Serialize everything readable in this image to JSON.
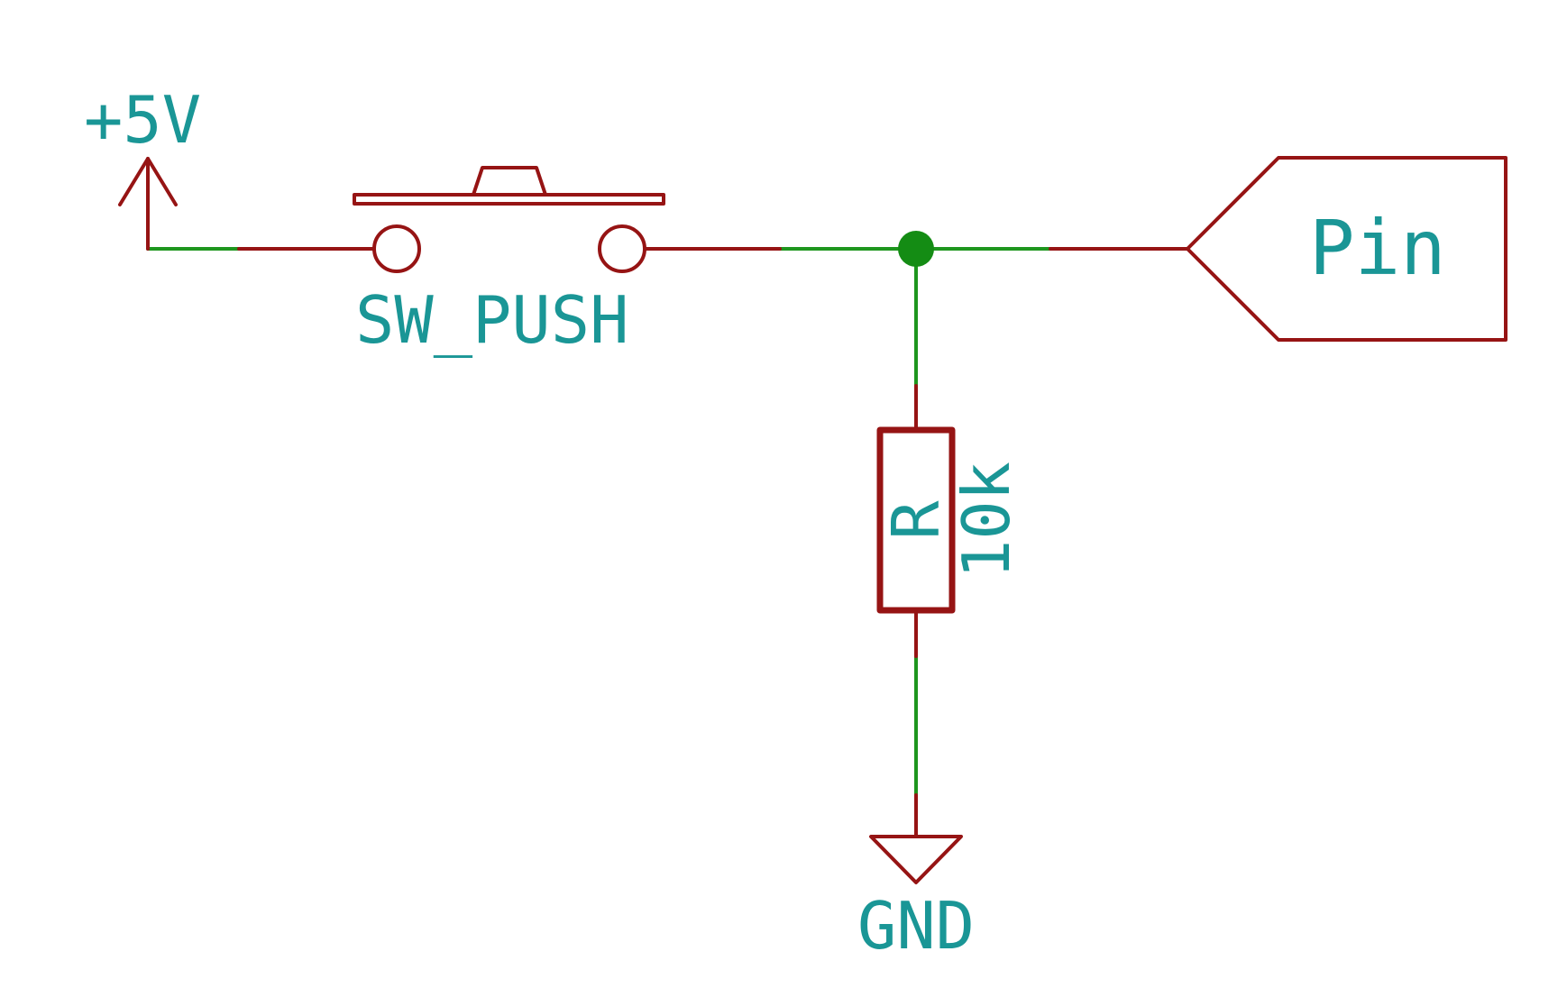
{
  "labels": {
    "power": "+5V",
    "switch_name": "SW_PUSH",
    "resistor_ref": "R",
    "resistor_value": "10k",
    "ground": "GND",
    "pin_label": "Pin"
  },
  "colors": {
    "component": "#961414",
    "wire": "#1e961e",
    "text": "#1a9696",
    "junction": "#148c14",
    "background": "#ffffff"
  }
}
